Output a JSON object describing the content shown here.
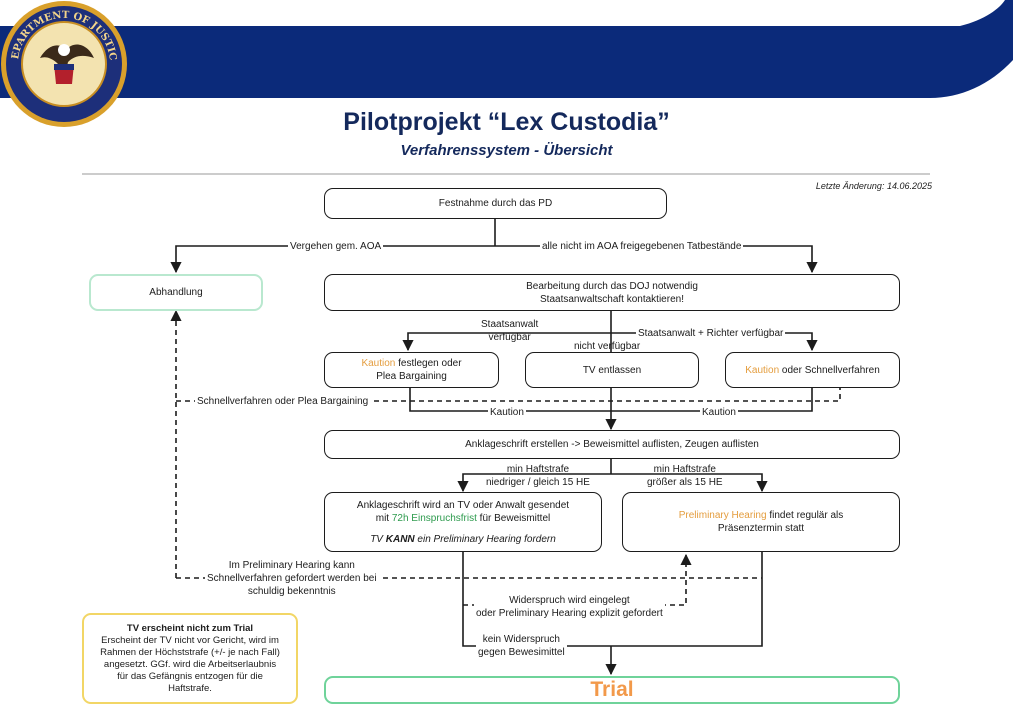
{
  "header": {
    "title": "Pilotprojekt “Lex Custodia”",
    "subtitle": "Verfahrenssystem - Übersicht",
    "last_changed": "Letzte Änderung: 14.06.2025",
    "seal_text": "DEPARTMENT OF JUSTICE",
    "colors": {
      "banner": "#0b2a7a",
      "seal_gold": "#d9a02b",
      "title": "#14295c"
    }
  },
  "nodes": {
    "arrest": "Festnahme durch das PD",
    "abhandlung": "Abhandlung",
    "doj_line1": "Bearbeitung durch das DOJ notwendig",
    "doj_line2": "Staatsanwaltschaft kontaktieren!",
    "bail_left_orange": "Kaution",
    "bail_left_rest": " festlegen oder",
    "bail_left_line2": "Plea Bargaining",
    "tv_released": "TV entlassen",
    "bail_right_orange": "Kaution",
    "bail_right_rest": " oder Schnellverfahren",
    "indictment": "Anklageschrift erstellen -> Beweismittel auflisten, Zeugen auflisten",
    "sent_line1": "Anklageschrift wird an TV oder Anwalt gesendet",
    "sent_line2_a": "mit ",
    "sent_line2_green": "72h Einspruchsfrist",
    "sent_line2_b": " für Beweismittel",
    "sent_line3_a": "TV ",
    "sent_line3_b": "KANN",
    "sent_line3_c": " ein Preliminary Hearing fordern",
    "prelim_orange": "Preliminary Hearing",
    "prelim_rest": " findet regulär als",
    "prelim_line2": "Präsenztermin statt",
    "trial": "Trial"
  },
  "edges": {
    "misdemeanor": "Vergehen gem. AOA",
    "all_others": "alle nicht im AOA freigegebenen Tatbestände",
    "prosecutor_l1": "Staatsanwalt",
    "prosecutor_l2": "verfügbar",
    "not_available": "nicht verfügbar",
    "prosecutor_judge": "Staatsanwalt + Richter verfügbar",
    "fast_track_plea": "Schnellverfahren oder Plea Bargaining",
    "bail_left": "Kaution",
    "bail_right": "Kaution",
    "min_low_l1": "min Haftstrafe",
    "min_low_l2": "niedriger / gleich 15 HE",
    "min_high_l1": "min Haftstrafe",
    "min_high_l2": "größer als 15 HE",
    "prelim_fast_l1": "Im Preliminary Hearing kann",
    "prelim_fast_l2": "Schnellverfahren gefordert werden bei",
    "prelim_fast_l3": "schuldig bekenntnis",
    "objection_l1": "Widerspruch wird eingelegt",
    "objection_l2": "oder Preliminary Hearing explizit gefordert",
    "no_objection_l1": "kein Widerspruch",
    "no_objection_l2": "gegen Bewesimittel"
  },
  "note": {
    "title": "TV erscheint nicht zum Trial",
    "lines": [
      "Erscheint der TV nicht vor Gericht, wird im",
      "Rahmen der Höchststrafe (+/- je nach Fall)",
      "angesetzt. GGf. wird die Arbeitserlaubnis",
      "für das Gefängnis entzogen für die",
      "Haftstrafe."
    ]
  },
  "icons": [
    "doj-seal-icon",
    "eagle-icon"
  ]
}
